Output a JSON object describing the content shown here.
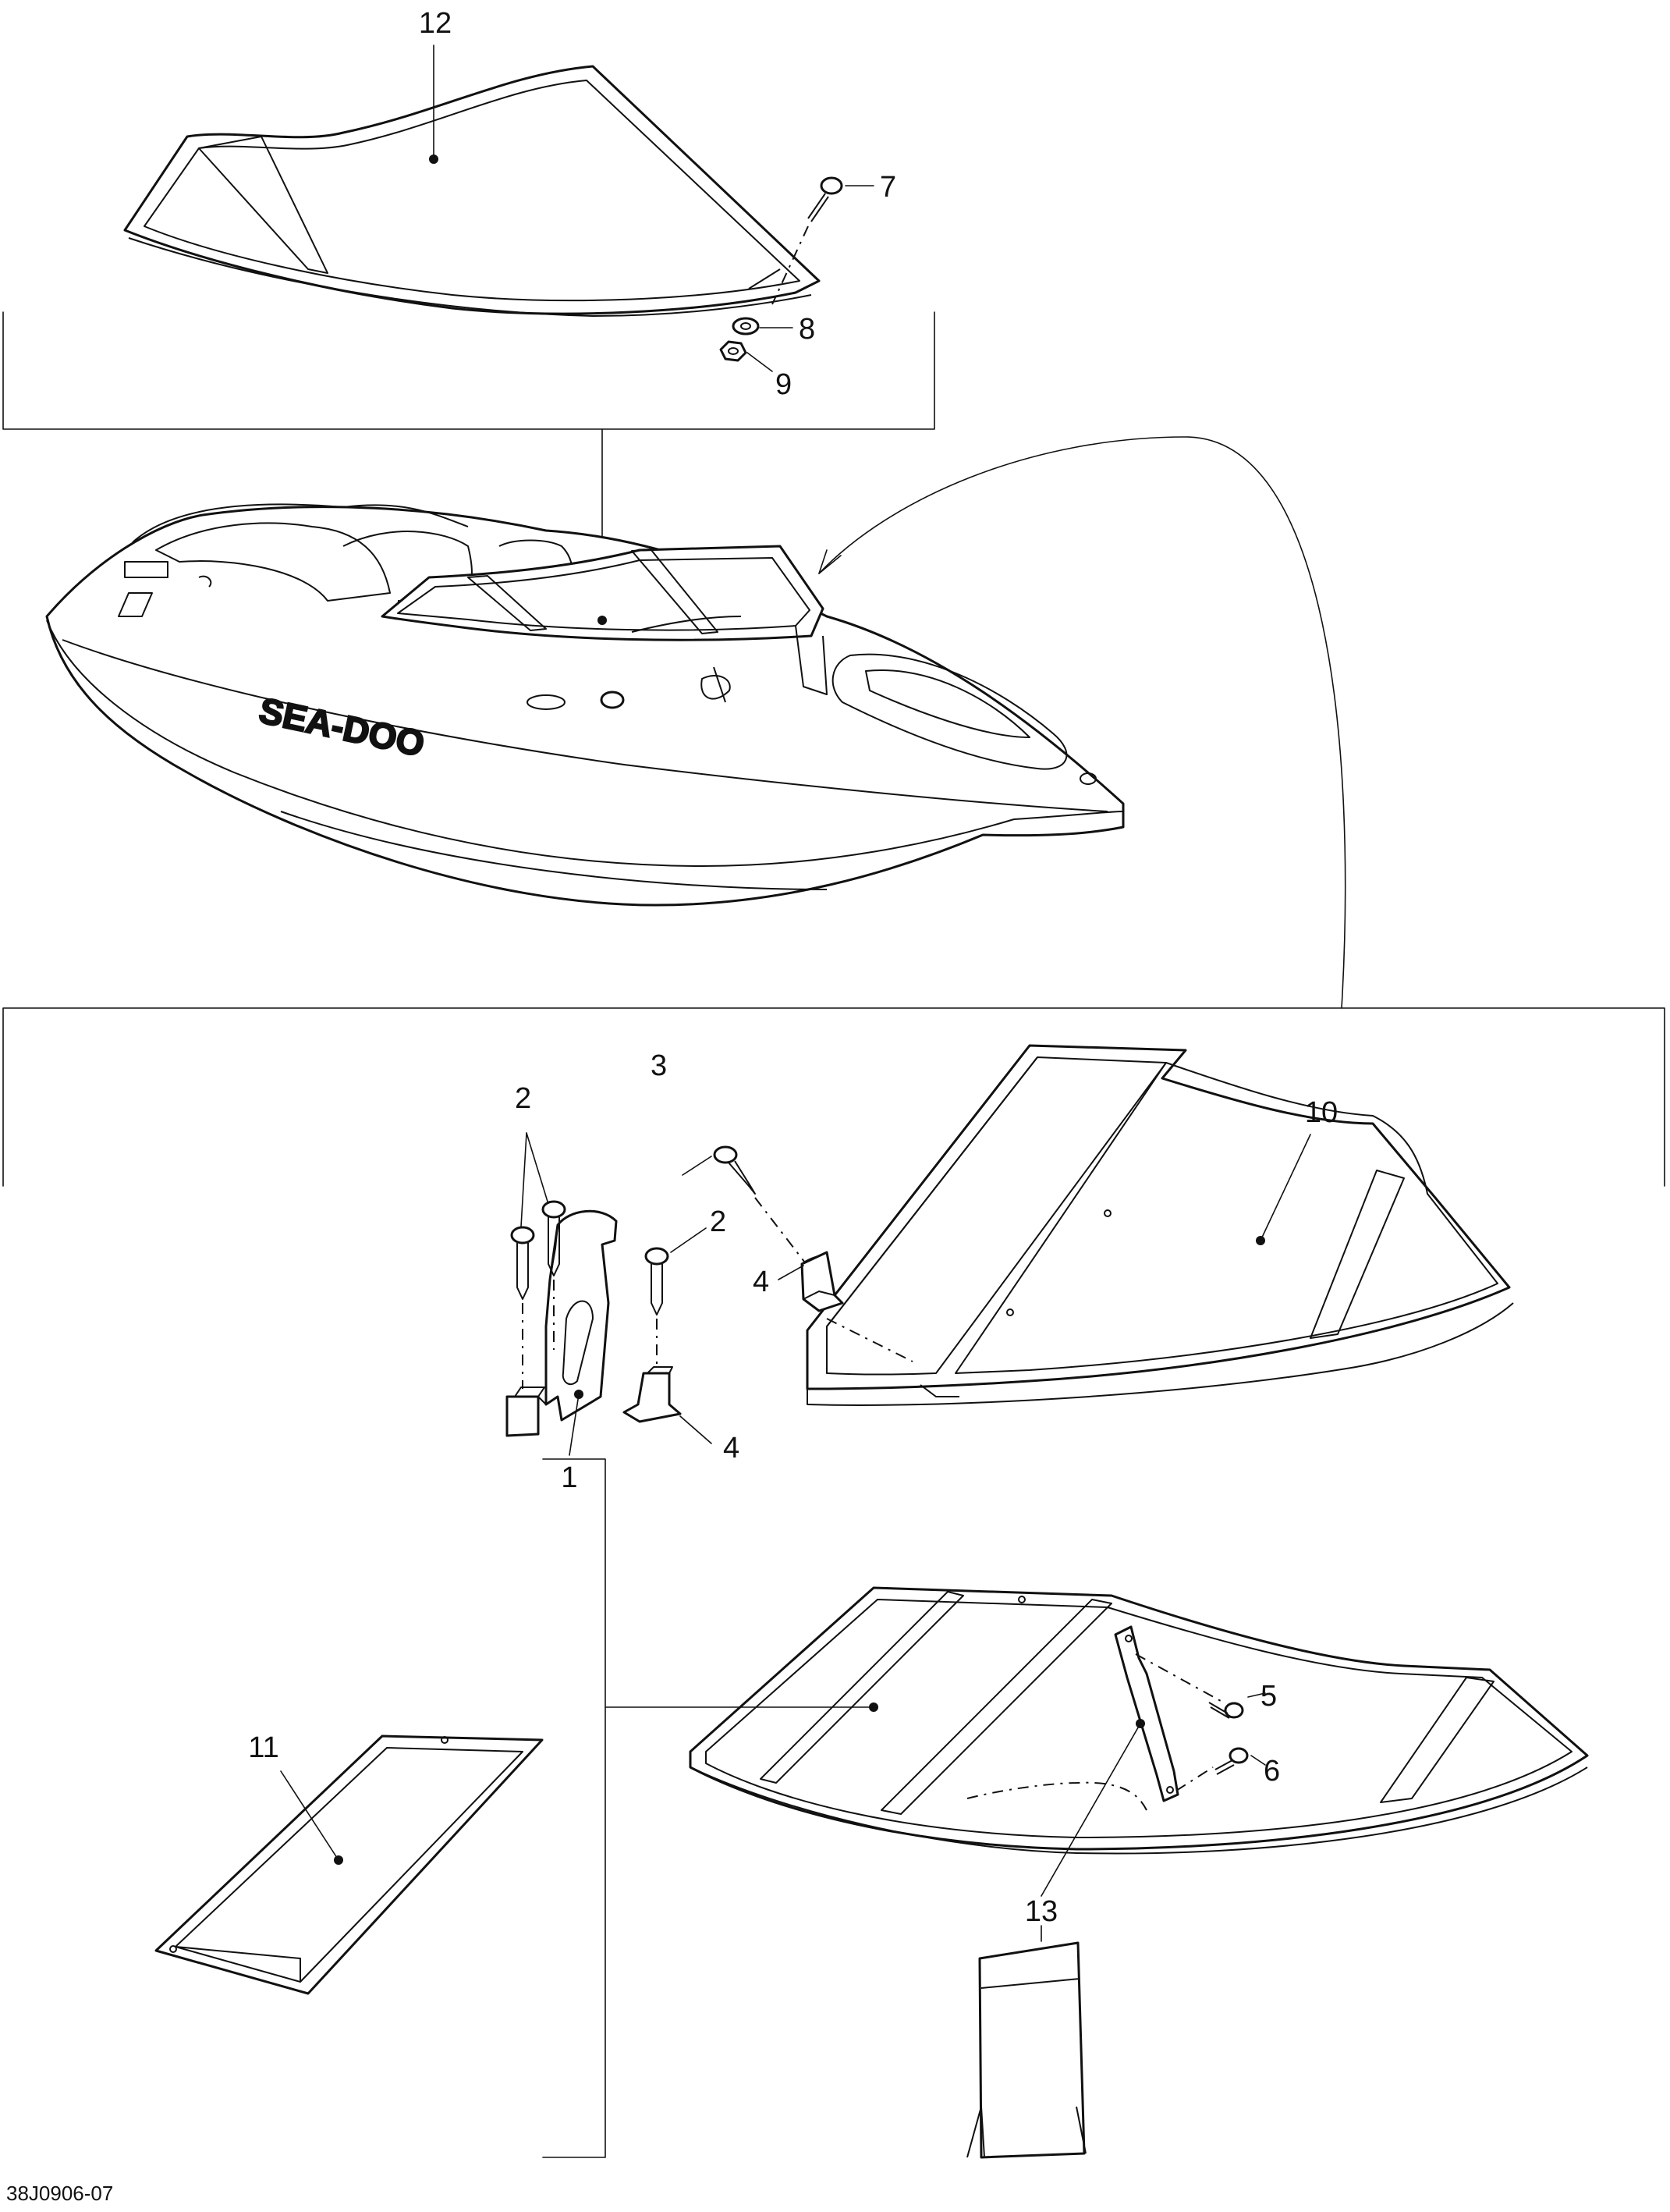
{
  "drawing_code": "38J0906-07",
  "brand_text": "SEA-DOO",
  "callouts": [
    "1",
    "2",
    "3",
    "4",
    "5",
    "6",
    "7",
    "8",
    "9",
    "10",
    "11",
    "12",
    "13"
  ]
}
